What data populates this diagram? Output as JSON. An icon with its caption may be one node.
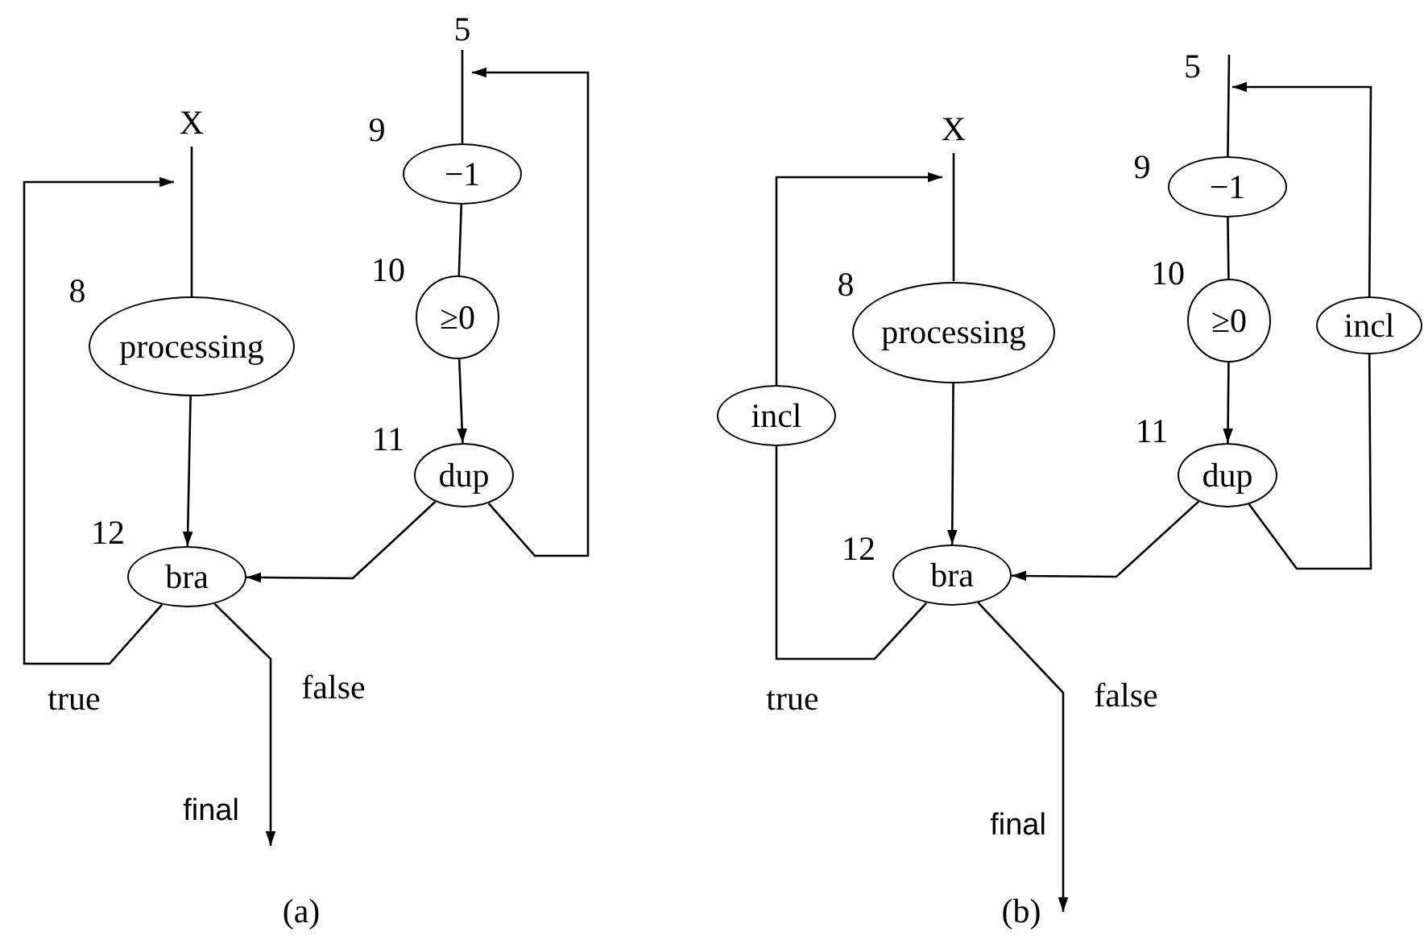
{
  "diagram": {
    "nodes": [
      {
        "text": [
          "X"
        ]
      },
      {
        "text": [
          "5"
        ]
      },
      {
        "text": [
          "−1"
        ],
        "beside": [
          "9"
        ]
      },
      {
        "text": [
          "≥0"
        ],
        "beside": [
          "10"
        ]
      },
      {
        "text": [
          "processing"
        ],
        "beside": [
          "8"
        ]
      },
      {
        "text": [
          "dup"
        ],
        "beside": [
          "11"
        ]
      },
      {
        "text": [
          "bra"
        ],
        "beside": [
          "12"
        ]
      },
      {
        "text": [
          "X"
        ]
      },
      {
        "text": [
          "5"
        ]
      },
      {
        "text": [
          "−1"
        ],
        "beside": [
          "9"
        ]
      },
      {
        "text": [
          "≥0"
        ],
        "beside": [
          "10"
        ]
      },
      {
        "text": [
          "incl"
        ]
      },
      {
        "text": [
          "processing"
        ],
        "beside": [
          "8"
        ]
      },
      {
        "text": [
          "incl"
        ]
      },
      {
        "text": [
          "dup"
        ],
        "beside": [
          "11"
        ]
      },
      {
        "text": [
          "bra"
        ],
        "beside": [
          "12"
        ]
      },
      {
        "text": [
          "final"
        ]
      },
      {
        "text": [
          "final"
        ]
      }
    ],
    "edges": [
      {
        "from": 0,
        "to": 4,
        "arrow": "none"
      },
      {
        "from": 4,
        "to": 6,
        "arrow": "to"
      },
      {
        "from": 1,
        "to": 2,
        "arrow": "none"
      },
      {
        "from": 2,
        "to": 3,
        "arrow": "none"
      },
      {
        "from": 3,
        "to": 5,
        "arrow": "to"
      },
      {
        "from": 5,
        "to": 6,
        "arrow": "to"
      },
      {
        "from": 5,
        "to": 1,
        "arrow": "to"
      },
      {
        "from": 6,
        "to": 0,
        "arrow": "to",
        "label": "true"
      },
      {
        "from": 6,
        "to": 16,
        "arrow": "to",
        "label": "false"
      },
      {
        "from": 7,
        "to": 12,
        "arrow": "none"
      },
      {
        "from": 12,
        "to": 15,
        "arrow": "to"
      },
      {
        "from": 8,
        "to": 9,
        "arrow": "none"
      },
      {
        "from": 9,
        "to": 10,
        "arrow": "none"
      },
      {
        "from": 10,
        "to": 14,
        "arrow": "to"
      },
      {
        "from": 14,
        "to": 15,
        "arrow": "to"
      },
      {
        "from": 14,
        "to": 11,
        "arrow": "none"
      },
      {
        "from": 11,
        "to": 8,
        "arrow": "to"
      },
      {
        "from": 15,
        "to": 13,
        "arrow": "none",
        "label": "true"
      },
      {
        "from": 13,
        "to": 7,
        "arrow": "to"
      },
      {
        "from": 15,
        "to": 17,
        "arrow": "to",
        "label": "false"
      }
    ],
    "labels": [
      "(a)",
      "(b)"
    ]
  }
}
